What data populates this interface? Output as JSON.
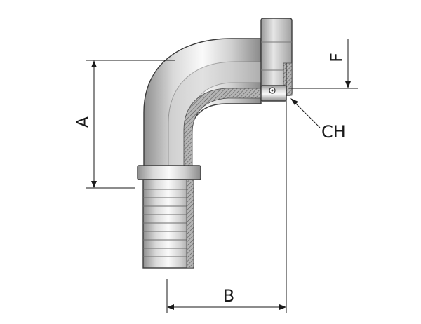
{
  "diagram": {
    "dimensions": {
      "a": "A",
      "b": "B",
      "f": "F",
      "ch": "CH"
    },
    "colors": {
      "steel_light": "#f2f2f2",
      "steel_mid": "#c8c8c8",
      "steel_dark": "#8e8e8e",
      "outline": "#3c3c3c",
      "line": "#1a1a1a"
    },
    "icons": [
      "hose-fitting-elbow-90-icon",
      "hex-nut-icon",
      "o-ring-icon"
    ]
  }
}
